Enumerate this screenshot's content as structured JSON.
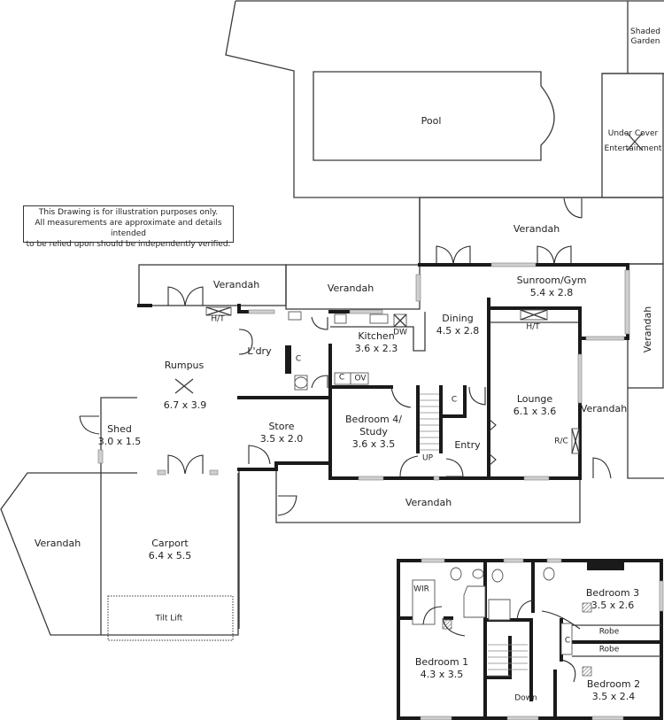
{
  "disclaimer": {
    "lines": [
      "This Drawing is for illustration purposes only.",
      "All measurements are approximate and details intended",
      "to be relied upon should be independently verified."
    ]
  },
  "outdoor": {
    "pool": "Pool",
    "shaded_garden": [
      "Shaded",
      "Garden"
    ],
    "under_cover": [
      "Under Cover",
      "Entertainment"
    ],
    "verandah_top": "Verandah",
    "verandah_left": "Verandah",
    "verandah_mid": "Verandah",
    "verandah_right_vertical": "Verandah",
    "verandah_right": "Verandah",
    "verandah_front": "Verandah",
    "verandah_carport": "Verandah",
    "tilt_lift": "Tilt Lift"
  },
  "ground_floor": {
    "rooms": [
      {
        "name": "Rumpus",
        "size": "6.7 x 3.9"
      },
      {
        "name": "L'dry",
        "size": ""
      },
      {
        "name": "Kitchen",
        "size": "3.6 x 2.3"
      },
      {
        "name": "Dining",
        "size": "4.5 x 2.8"
      },
      {
        "name": "Sunroom/Gym",
        "size": "5.4 x 2.8"
      },
      {
        "name": "Lounge",
        "size": "6.1 x 3.6"
      },
      {
        "name": "Store",
        "size": "3.5 x 2.0"
      },
      {
        "name": "Bedroom 4/",
        "size": "Study"
      },
      {
        "name": "Entry",
        "size": ""
      },
      {
        "name": "Shed",
        "size": "3.0 x 1.5"
      },
      {
        "name": "Carport",
        "size": "6.4 x 5.5"
      }
    ],
    "bed4_size": "3.6 x 3.5",
    "fixtures": {
      "ht_rumpus": "H/T",
      "ht_lounge": "H/T",
      "dw": "DW",
      "c_ldry": "C",
      "c_kitchen": "C",
      "ov": "OV",
      "c_entry": "C",
      "rc": "R/C",
      "up": "UP"
    }
  },
  "upper_floor": {
    "rooms": [
      {
        "name": "Bedroom 1",
        "size": "4.3 x 3.5"
      },
      {
        "name": "Bedroom 3",
        "size": "3.5 x 2.6"
      },
      {
        "name": "Bedroom 2",
        "size": "3.5 x 2.4"
      }
    ],
    "wir": "WIR",
    "robe_1": "Robe",
    "robe_2": "Robe",
    "c": "C",
    "down": "Down"
  }
}
